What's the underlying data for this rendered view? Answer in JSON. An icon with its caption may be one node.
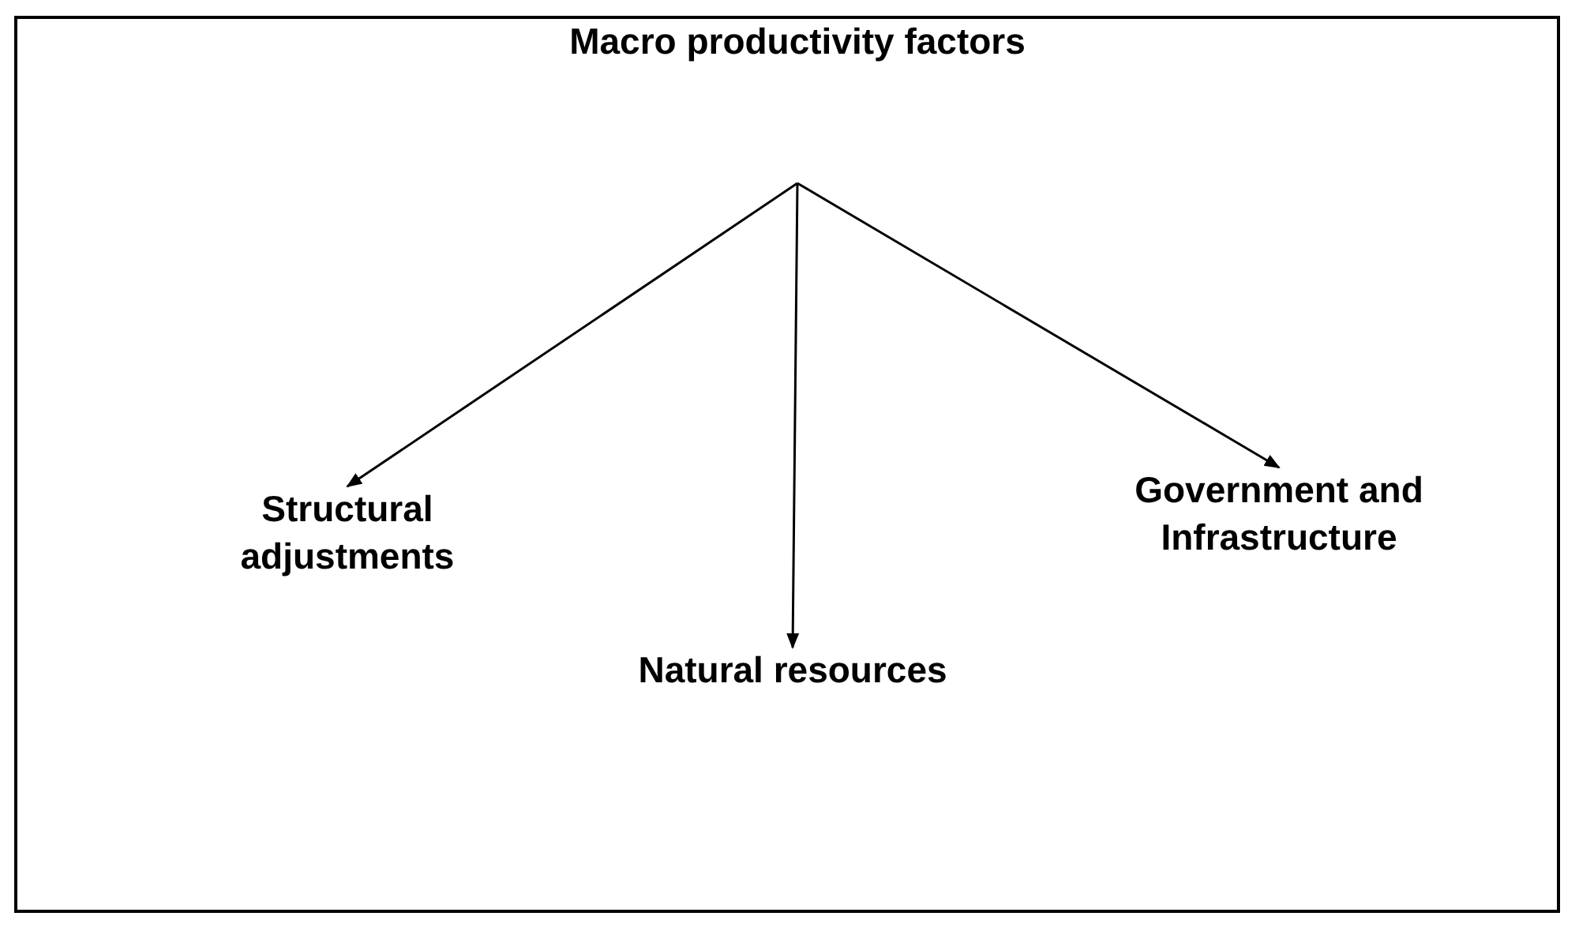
{
  "diagram": {
    "nodes": [
      {
        "text": [
          "Macro productivity factors"
        ]
      },
      {
        "text": [
          "Structural adjustments"
        ]
      },
      {
        "text": [
          "Natural resources"
        ]
      },
      {
        "text": [
          "Government and Infrastructure"
        ]
      }
    ],
    "edges": [
      {
        "from": 0,
        "to": 1,
        "arrow": "to"
      },
      {
        "from": 0,
        "to": 2,
        "arrow": "to"
      },
      {
        "from": 0,
        "to": 3,
        "arrow": "to"
      }
    ]
  }
}
